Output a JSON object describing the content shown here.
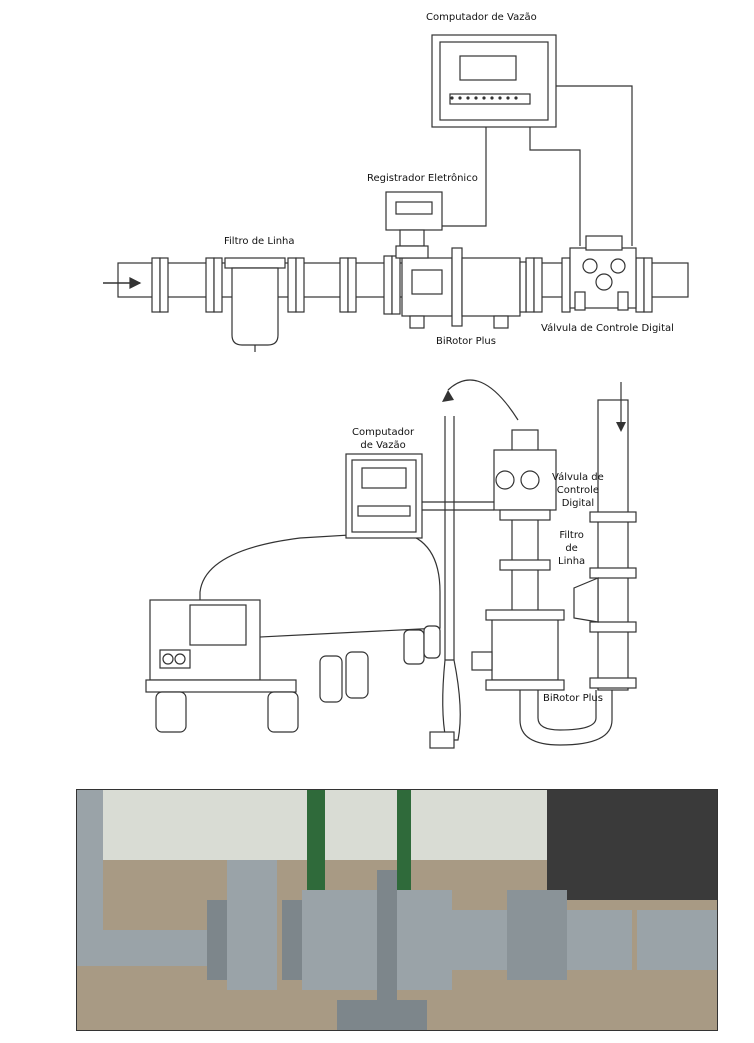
{
  "top_diagram": {
    "label_flow_computer": "Computador de Vazão",
    "label_electronic_register": "Registrador Eletrônico",
    "label_line_filter": "Filtro de Linha",
    "label_birotor": "BiRotor Plus",
    "label_digital_control_valve": "Válvula de Controle Digital"
  },
  "loading_diagram": {
    "label_flow_computer_l1": "Computador",
    "label_flow_computer_l2": "de Vazão",
    "label_valve_l1": "Válvula de",
    "label_valve_l2": "Controle",
    "label_valve_l3": "Digital",
    "label_filter_l1": "Filtro",
    "label_filter_l2": "de",
    "label_filter_l3": "Linha",
    "label_birotor": "BiRotor Plus"
  },
  "photo": {
    "pipe_color": "#9aa3a8",
    "ground_color": "#a89a84",
    "steel_color": "#2f6a3a"
  }
}
